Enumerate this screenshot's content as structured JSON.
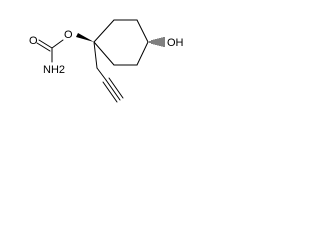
{
  "molecule": {
    "atom_labels": {
      "ester_oxygen": "O",
      "carbonyl_oxygen": "O",
      "amine": "NH2",
      "hydroxyl": "OH"
    },
    "bond_color": "#000000",
    "label_color": "#000000"
  }
}
